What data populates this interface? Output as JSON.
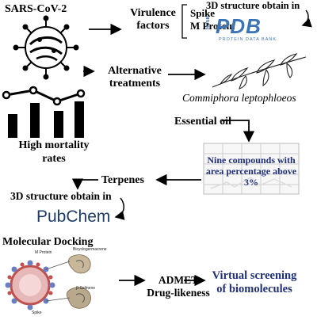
{
  "texts": {
    "sars": "SARS-CoV-2",
    "virulence": "Virulence factors",
    "spike": "Spike",
    "mprotein": "M Protein",
    "pdb_caption": "3D structure obtain in",
    "alternative": "Alternative treatments",
    "commiphora": "Commiphora leptophloeos",
    "essential_oil": "Essential oil",
    "high_mortality": "High mortality rates",
    "nine_compounds": "Nine compounds with area percentage above 3%",
    "terpenes": "Terpenes",
    "pubchem_caption": "3D structure obtain in",
    "molecular_docking": "Molecular Docking",
    "admet": "ADMET Drug-likeness",
    "virtual_screening": "Virtual screening of biomolecules"
  },
  "logos": {
    "pdb_word": "PDB",
    "pdb_letters": "RCSB",
    "pdb_sub": "PROTEIN DATA BANK",
    "pubchem": "PubChem"
  },
  "docking_labels": {
    "mprotein": "M Protein",
    "bicyclo": "Bicyclogermacrene",
    "beta": "β-Selinene",
    "spike": "Spike"
  },
  "colors": {
    "blue_text": "#1f2f7a",
    "pdb_blue": "#3d74b8",
    "pubchem_navy": "#1e3c66",
    "virus_red": "#c0504d",
    "virus_blue": "#6a7fc1"
  }
}
